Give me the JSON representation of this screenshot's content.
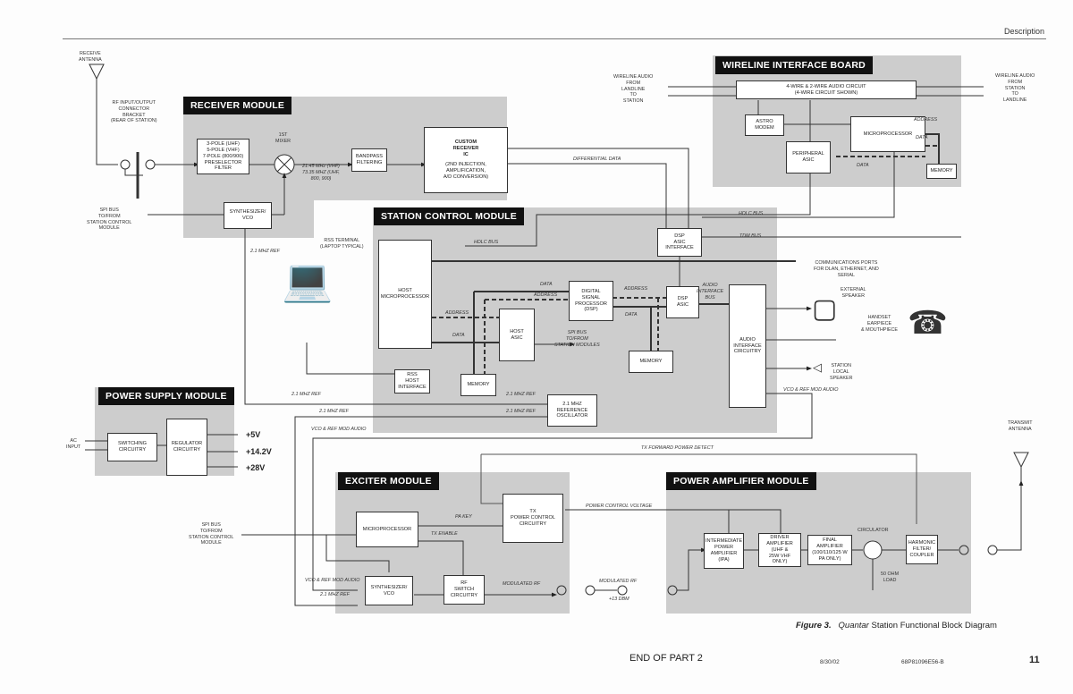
{
  "header": {
    "section": "Description"
  },
  "modules": {
    "receiver": "RECEIVER MODULE",
    "wireline": "WIRELINE INTERFACE BOARD",
    "station_control": "STATION CONTROL MODULE",
    "power_supply": "POWER SUPPLY MODULE",
    "exciter": "EXCITER MODULE",
    "power_amplifier": "POWER AMPLIFIER MODULE"
  },
  "blocks": {
    "preselector": "3-POLE (UHF)\n5-POLE (VHF)\n7-POLE (800/900)\nPRESELECTOR\nFILTER",
    "bandpass": "BANDPASS\nFILTERING",
    "custom_rx_title": "CUSTOM\nRECEIVER\nIC",
    "custom_rx_desc": "(2ND INJECTION,\nAMPLIFICATION,\nA/D CONVERSION)",
    "rx_synth": "SYNTHESIZER/\nVCO",
    "wire_audio": "4-WIRE & 2-WIRE AUDIO CIRCUIT\n(4-WIRE CIRCUIT SHOWN)",
    "astro_modem": "ASTRO\nMODEM",
    "wl_micro": "MICROPROCESSOR",
    "peripheral_asic": "PERIPHERAL\nASIC",
    "wl_memory": "MEMORY",
    "dsp_asic_interface": "DSP\nASIC\nINTERFACE",
    "host_micro": "HOST\nMICROPROCESSOR",
    "dsp": "DIGITAL\nSIGNAL\nPROCESSOR\n(DSP)",
    "dsp_asic": "DSP\nASIC",
    "host_asic": "HOST\nASIC",
    "scm_memory1": "MEMORY",
    "scm_memory2": "MEMORY",
    "rss_host": "RSS\nHOST\nINTERFACE",
    "audio_interface": "AUDIO\nINTERFACE\nCIRCUITRY",
    "ref_osc": "2.1 MHZ\nREFERENCE\nOSCILLATOR",
    "switching": "SWITCHING\nCIRCUITRY",
    "regulator": "REGULATOR\nCIRCUITRY",
    "ex_micro": "MICROPROCESSOR",
    "tx_power_ctrl": "TX\nPOWER CONTROL\nCIRCUITRY",
    "ex_synth": "SYNTHESIZER/\nVCO",
    "rf_switch": "RF\nSWITCH\nCIRCUITRY",
    "ipa": "INTERMEDIATE\nPOWER\nAMPLIFIER\n(IPA)",
    "driver_amp": "DRIVER\nAMPLIFIER\n(UHF &\n25W VHF\nONLY)",
    "final_amp": "FINAL\nAMPLIFIER\n(100/110/125 W\nPA ONLY)",
    "harmonic": "HARMONIC\nFILTER/\nCOUPLER"
  },
  "labels": {
    "receive_antenna": "RECEIVE\nANTENNA",
    "rf_bracket": "RF INPUT/OUTPUT\nCONNECTOR\nBRACKET\n(REAR OF STATION)",
    "first_mixer": "1ST\nMIXER",
    "if_freq": "21.45 MHz (VHF)\n73.35 MHZ (UHF,\n800, 900)",
    "spi_bus_rx": "SPI BUS\nTO/FROM\nSTATION CONTROL\nMODULE",
    "ref_21_a": "2.1 MHZ REF",
    "rss_terminal": "RSS TERMINAL\n(LAPTOP TYPICAL)",
    "differential_data": "DIFFERENTIAL DATA",
    "wireline_in": "WIRELINE AUDIO\nFROM\nLANDLINE\nTO\nSTATION",
    "wireline_out": "WIRELINE AUDIO\nFROM\nSTATION\nTO\nLANDLINE",
    "address": "ADDRESS",
    "data": "DATA",
    "hdlc_bus": "HDLC BUS",
    "tdm_bus": "TDM BUS",
    "comm_ports": "COMMUNICATIONS PORTS\nFOR DLAN, ETHERNET, AND\nSERIAL",
    "external_speaker": "EXTERNAL\nSPEAKER",
    "handset": "HANDSET\nEARPIECE\n& MOUTHPIECE",
    "local_speaker": "STATION\nLOCAL\nSPEAKER",
    "audio_bus": "AUDIO\nINTERFACE\nBUS",
    "spi_modules": "SPI BUS\nTO/FROM\nSTATION MODULES",
    "vco_ref_mod": "VCO & REF MOD AUDIO",
    "ac_input": "AC\nINPUT",
    "tx_fwd": "TX FORWARD POWER DETECT",
    "transmit_antenna": "TRANSMIT\nANTENNA",
    "spi_bus_ex": "SPI BUS\nTO/FROM\nSTATION CONTROL\nMODULE",
    "pa_key": "PA KEY",
    "tx_enable": "TX ENABLE",
    "power_ctrl_v": "POWER CONTROL VOLTAGE",
    "modulated_rf": "MODULATED RF",
    "plus13": "+13 DBM",
    "circulator": "CIRCULATOR",
    "load": "50 OHM\nLOAD"
  },
  "voltages": [
    "+5V",
    "+14.2V",
    "+28V"
  ],
  "caption": {
    "figure": "Figure 3.",
    "product": "Quantar",
    "text": " Station Functional Block Diagram"
  },
  "footer": {
    "end": "END OF PART 2",
    "date": "8/30/02",
    "doc": "68P81096E56-B",
    "page": "11"
  }
}
